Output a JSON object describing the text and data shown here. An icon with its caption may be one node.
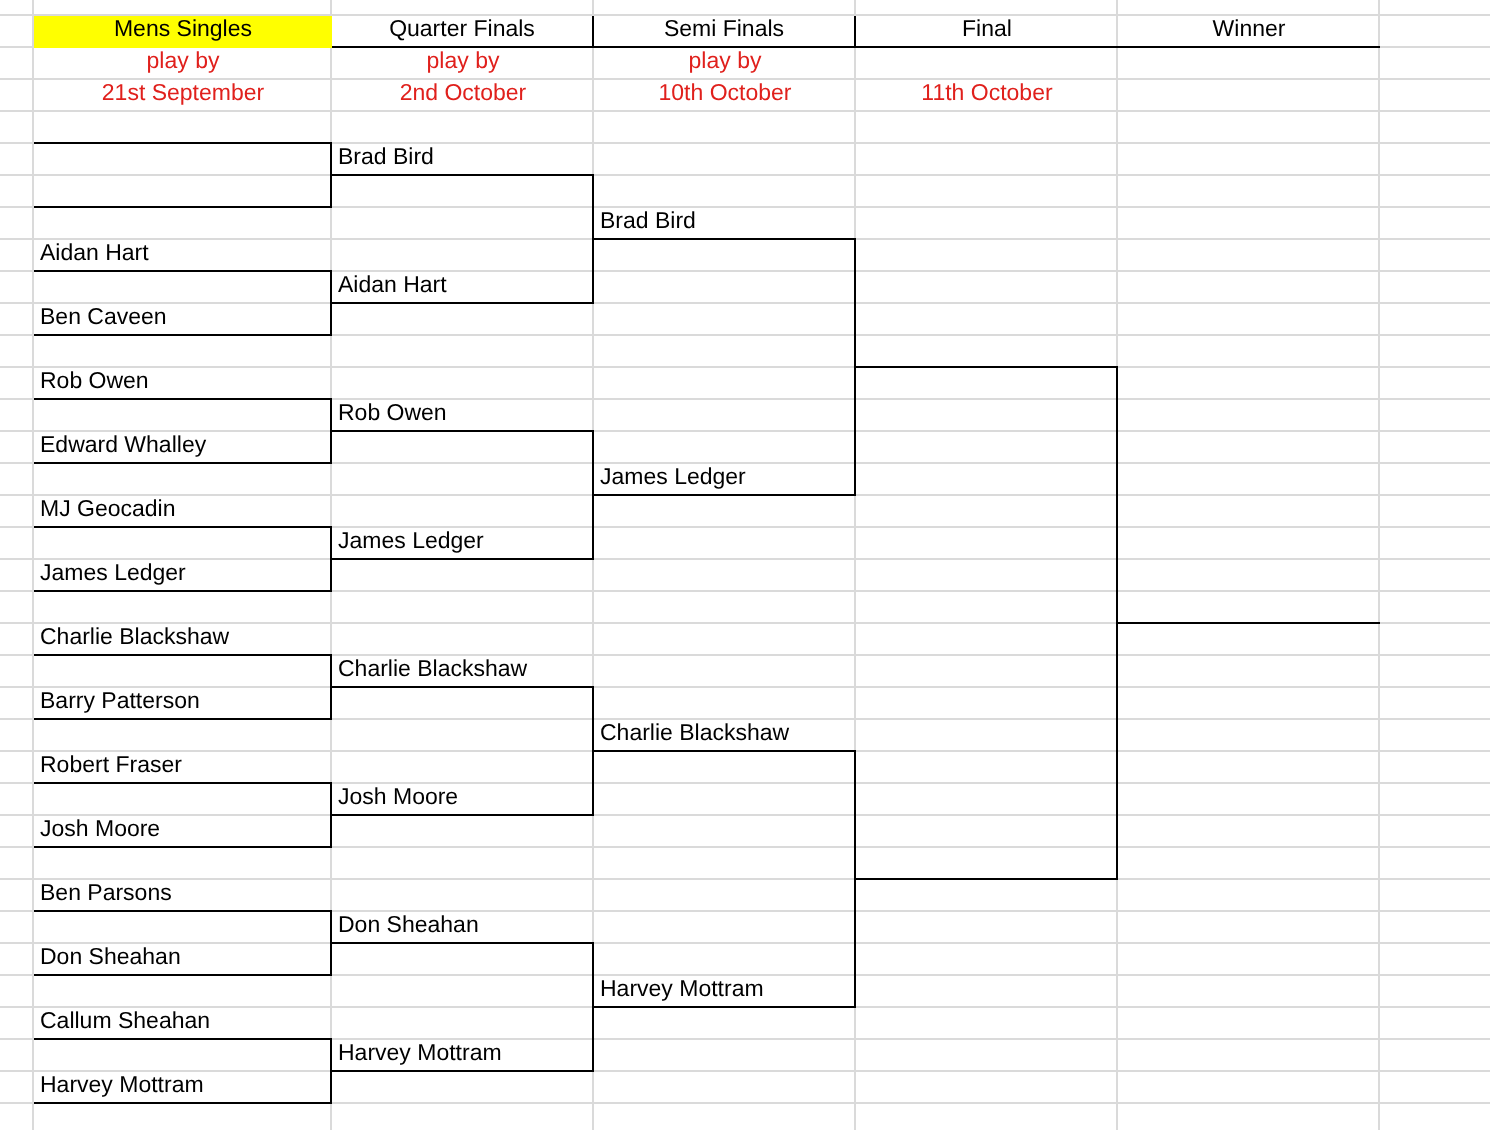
{
  "diagram": {
    "nodes": [
      {
        "text": [],
        "shape": "line"
      },
      {
        "text": [],
        "shape": "line"
      },
      {
        "text": [
          "Aidan Hart"
        ]
      },
      {
        "text": [
          "Ben Caveen"
        ]
      },
      {
        "text": [
          "Rob Owen"
        ]
      },
      {
        "text": [
          "Edward Whalley"
        ]
      },
      {
        "text": [
          "MJ Geocadin"
        ]
      },
      {
        "text": [
          "James Ledger"
        ]
      },
      {
        "text": [
          "Charlie Blackshaw"
        ]
      },
      {
        "text": [
          "Barry Patterson"
        ]
      },
      {
        "text": [
          "Robert Fraser"
        ]
      },
      {
        "text": [
          "Josh Moore"
        ]
      },
      {
        "text": [
          "Ben Parsons"
        ]
      },
      {
        "text": [
          "Don Sheahan"
        ]
      },
      {
        "text": [
          "Callum Sheahan"
        ]
      },
      {
        "text": [
          "Harvey Mottram"
        ]
      },
      {
        "text": [
          "Brad Bird"
        ]
      },
      {
        "text": [
          "Aidan Hart"
        ]
      },
      {
        "text": [
          "Rob Owen"
        ]
      },
      {
        "text": [
          "James Ledger"
        ]
      },
      {
        "text": [
          "Charlie Blackshaw"
        ]
      },
      {
        "text": [
          "Josh Moore"
        ]
      },
      {
        "text": [
          "Don Sheahan"
        ]
      },
      {
        "text": [
          "Harvey Mottram"
        ]
      },
      {
        "text": [
          "Brad Bird"
        ]
      },
      {
        "text": [
          "James Ledger"
        ]
      },
      {
        "text": [
          "Charlie Blackshaw"
        ]
      },
      {
        "text": [
          "Harvey Mottram"
        ]
      },
      {
        "text": [],
        "shape": "line"
      },
      {
        "text": [],
        "shape": "line"
      },
      {
        "text": [],
        "shape": "line"
      }
    ],
    "edges": [
      {
        "from": 0,
        "to": 16,
        "arrow": "none"
      },
      {
        "from": 1,
        "to": 16,
        "arrow": "none"
      },
      {
        "from": 2,
        "to": 17,
        "arrow": "none"
      },
      {
        "from": 3,
        "to": 17,
        "arrow": "none"
      },
      {
        "from": 4,
        "to": 18,
        "arrow": "none"
      },
      {
        "from": 5,
        "to": 18,
        "arrow": "none"
      },
      {
        "from": 6,
        "to": 19,
        "arrow": "none"
      },
      {
        "from": 7,
        "to": 19,
        "arrow": "none"
      },
      {
        "from": 8,
        "to": 20,
        "arrow": "none"
      },
      {
        "from": 9,
        "to": 20,
        "arrow": "none"
      },
      {
        "from": 10,
        "to": 21,
        "arrow": "none"
      },
      {
        "from": 11,
        "to": 21,
        "arrow": "none"
      },
      {
        "from": 12,
        "to": 22,
        "arrow": "none"
      },
      {
        "from": 13,
        "to": 22,
        "arrow": "none"
      },
      {
        "from": 14,
        "to": 23,
        "arrow": "none"
      },
      {
        "from": 15,
        "to": 23,
        "arrow": "none"
      },
      {
        "from": 16,
        "to": 24,
        "arrow": "none"
      },
      {
        "from": 17,
        "to": 24,
        "arrow": "none"
      },
      {
        "from": 18,
        "to": 25,
        "arrow": "none"
      },
      {
        "from": 19,
        "to": 25,
        "arrow": "none"
      },
      {
        "from": 20,
        "to": 26,
        "arrow": "none"
      },
      {
        "from": 21,
        "to": 26,
        "arrow": "none"
      },
      {
        "from": 22,
        "to": 27,
        "arrow": "none"
      },
      {
        "from": 23,
        "to": 27,
        "arrow": "none"
      },
      {
        "from": 24,
        "to": 28,
        "arrow": "none"
      },
      {
        "from": 25,
        "to": 28,
        "arrow": "none"
      },
      {
        "from": 26,
        "to": 29,
        "arrow": "none"
      },
      {
        "from": 27,
        "to": 29,
        "arrow": "none"
      },
      {
        "from": 28,
        "to": 30,
        "arrow": "none"
      },
      {
        "from": 29,
        "to": 30,
        "arrow": "none"
      }
    ],
    "labels": [
      "Mens Singles",
      "Quarter Finals",
      "Semi Finals",
      "Final",
      "Winner",
      "play by",
      "play by",
      "play by",
      "21st September",
      "2nd October",
      "10th October",
      "11th October"
    ]
  }
}
